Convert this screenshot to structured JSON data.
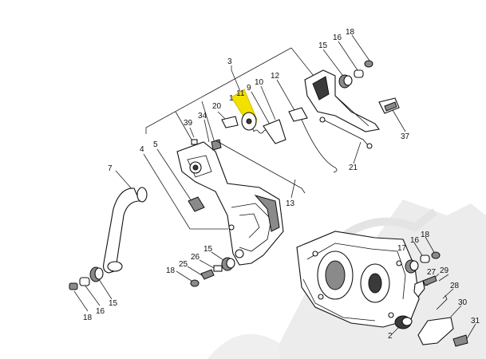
{
  "callouts": [
    {
      "id": "label-1",
      "text": "1"
    },
    {
      "id": "label-2",
      "text": "2"
    },
    {
      "id": "label-3",
      "text": "3"
    },
    {
      "id": "label-4",
      "text": "4"
    },
    {
      "id": "label-5",
      "text": "5"
    },
    {
      "id": "label-7",
      "text": "7"
    },
    {
      "id": "label-9",
      "text": "9"
    },
    {
      "id": "label-10",
      "text": "10"
    },
    {
      "id": "label-11",
      "text": "11"
    },
    {
      "id": "label-12",
      "text": "12"
    },
    {
      "id": "label-13",
      "text": "13"
    },
    {
      "id": "label-15-top",
      "text": "15"
    },
    {
      "id": "label-15-mid",
      "text": "15"
    },
    {
      "id": "label-15-left",
      "text": "15"
    },
    {
      "id": "label-16-top",
      "text": "16"
    },
    {
      "id": "label-16-right",
      "text": "16"
    },
    {
      "id": "label-16-left",
      "text": "16"
    },
    {
      "id": "label-17",
      "text": "17"
    },
    {
      "id": "label-18-top",
      "text": "18"
    },
    {
      "id": "label-18-right",
      "text": "18"
    },
    {
      "id": "label-18-mid",
      "text": "18"
    },
    {
      "id": "label-18-left",
      "text": "18"
    },
    {
      "id": "label-20",
      "text": "20"
    },
    {
      "id": "label-21",
      "text": "21"
    },
    {
      "id": "label-25",
      "text": "25"
    },
    {
      "id": "label-26",
      "text": "26"
    },
    {
      "id": "label-27",
      "text": "27"
    },
    {
      "id": "label-28",
      "text": "28"
    },
    {
      "id": "label-29",
      "text": "29"
    },
    {
      "id": "label-30",
      "text": "30"
    },
    {
      "id": "label-31",
      "text": "31"
    },
    {
      "id": "label-34",
      "text": "34"
    },
    {
      "id": "label-37",
      "text": "37"
    },
    {
      "id": "label-39",
      "text": "39"
    }
  ],
  "colors": {
    "highlight": "#f2e000",
    "line": "#222222",
    "watermark": "#ececec"
  }
}
